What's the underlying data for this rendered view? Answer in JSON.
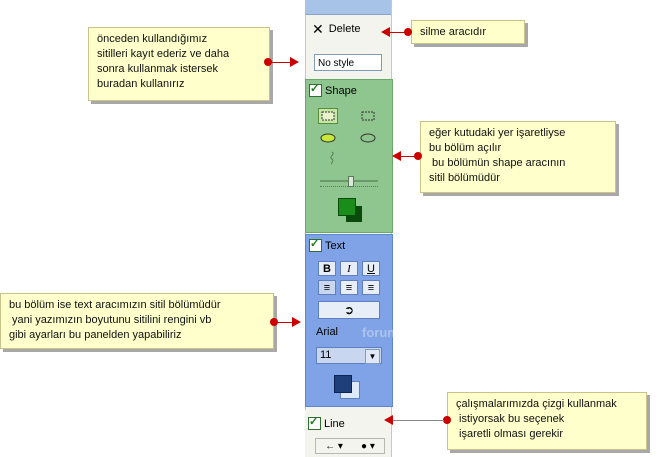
{
  "panel": {
    "delete_label": "Delete",
    "style_value": "No style",
    "shape_label": "Shape",
    "text_label": "Text",
    "font_name": "Arial",
    "font_size": "11",
    "line_label": "Line"
  },
  "notes": {
    "styles": "önceden kullandığımız\nsitilleri kayıt ederiz ve daha\nsonra kullanmak istersek\nburadan kullanırız",
    "delete": "silme aracıdır",
    "shape": "eğer kutudaki yer işaretliyse\nbu bölüm açılır\n bu bölümün shape aracının\nsitil bölümüdür",
    "text": "bu bölüm ise text aracımızın sitil bölümüdür\n yani yazımızın boyutunu sitilini rengini vb\ngibi ayarları bu panelden yapabiliriz",
    "line": "çalışmalarımızda çizgi kullanmak\n istiyorsak bu seçenek\n işaretli olması gerekir"
  },
  "colors": {
    "shape_bg": "#8fc58f",
    "text_bg": "#7fa3e6",
    "fill_green": "#1a8c1a",
    "text_blue": "#1f3f7a",
    "arrow_red": "#cc0000"
  },
  "watermark": "forumalder"
}
